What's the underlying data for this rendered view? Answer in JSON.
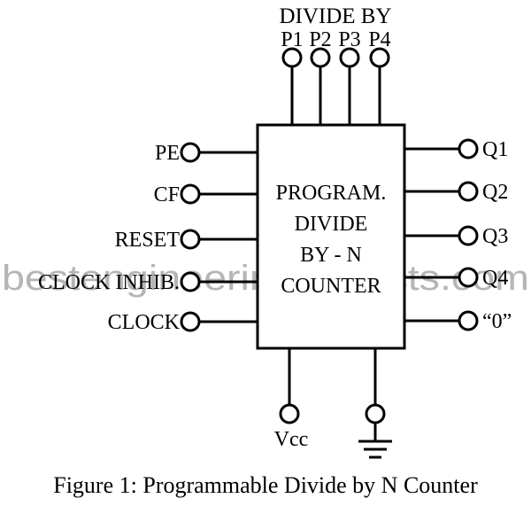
{
  "watermark": "bestengineeringprojects.com",
  "header": {
    "title": "DIVIDE BY"
  },
  "block": {
    "lines": [
      "PROGRAM.",
      "DIVIDE",
      "BY - N",
      "COUNTER"
    ]
  },
  "top_pins": [
    "P1",
    "P2",
    "P3",
    "P4"
  ],
  "left_pins": [
    "PE",
    "CF",
    "RESET",
    "CLOCK INHIB.",
    "CLOCK"
  ],
  "right_pins": [
    "Q1",
    "Q2",
    "Q3",
    "Q4",
    "“0”"
  ],
  "bottom_pins": {
    "vcc": "Vcc"
  },
  "caption": "Figure 1: Programmable Divide by N Counter",
  "colors": {
    "line": "#000000",
    "background": "#ffffff",
    "watermark": "#b5b5b5"
  },
  "icons": {
    "ground": "ground-symbol-icon",
    "terminal": "pin-terminal-circle-icon"
  }
}
